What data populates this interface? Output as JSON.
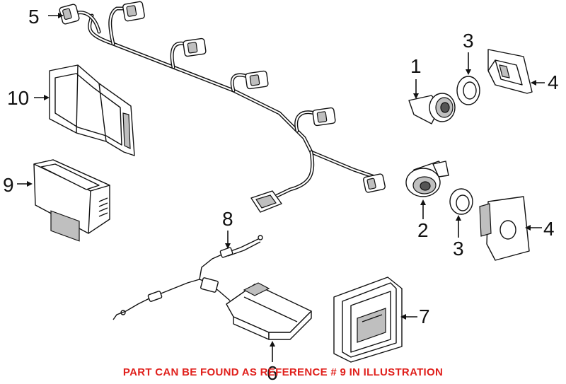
{
  "callouts": {
    "c1": "1",
    "c2": "2",
    "c3a": "3",
    "c3b": "3",
    "c4a": "4",
    "c4b": "4",
    "c5": "5",
    "c6": "6",
    "c7": "7",
    "c8": "8",
    "c9": "9",
    "c10": "10"
  },
  "footer": {
    "note": "PART CAN BE FOUND AS REFERENCE # 9 IN ILLUSTRATION",
    "color": "#e0201c"
  }
}
